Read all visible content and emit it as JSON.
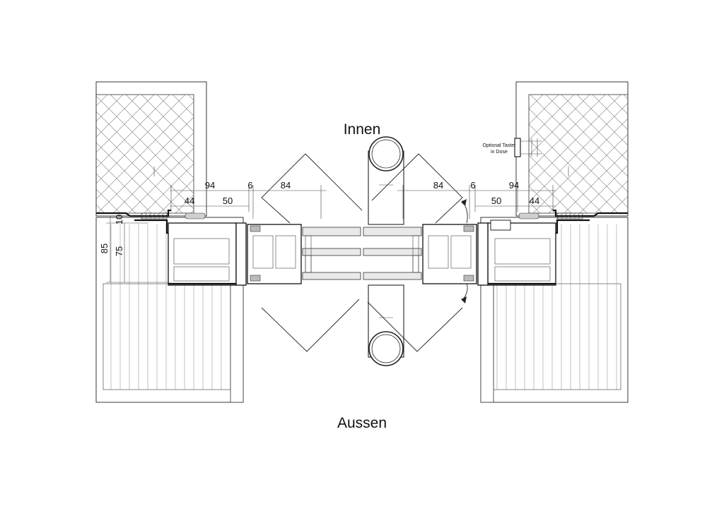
{
  "labels": {
    "inside": "Innen",
    "outside": "Aussen",
    "note_line1": "Optional Taster",
    "note_line2": "in Dose"
  },
  "dimensions": {
    "left": {
      "d94": "94",
      "d6": "6",
      "d84": "84",
      "d44": "44",
      "d50": "50"
    },
    "right": {
      "d84": "84",
      "d6": "6",
      "d94": "94",
      "d50": "50",
      "d44": "44"
    },
    "vertical": {
      "d10": "10",
      "d85": "85",
      "d75": "75"
    }
  }
}
